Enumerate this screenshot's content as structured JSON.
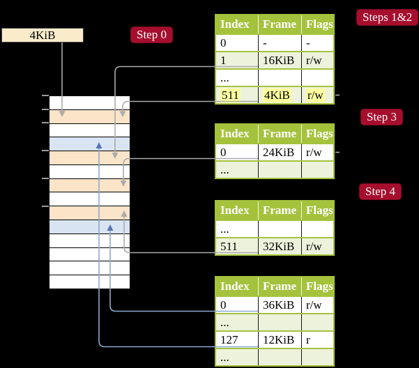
{
  "colors": {
    "background": "#000000",
    "table_green": "#a5c23d",
    "table_row_tint": "#edf2dc",
    "highlight_yellow": "#feff9e",
    "frame_peach": "#fce4c8",
    "frame_blue": "#d9e4f3",
    "label_crimson": "#a60e2d",
    "box_cream": "#faeccb",
    "gray_line": "#ababab",
    "blue_line": "#8ea8d0",
    "blue_arrow": "#5276b2"
  },
  "frame_box": {
    "label": "4KiB"
  },
  "step_labels": {
    "step0": "Step 0",
    "steps12": "Steps 1&2",
    "step3": "Step 3",
    "step4": "Step 4"
  },
  "memory": {
    "rows": [
      "white",
      "peach",
      "white",
      "blue",
      "peach",
      "white",
      "peach",
      "white",
      "peach",
      "blue",
      "white",
      "white",
      "white",
      "white"
    ]
  },
  "tables": [
    {
      "name": "page-table-steps-1-2",
      "headers": [
        "Index",
        "Frame",
        "Flags"
      ],
      "rows": [
        [
          "0",
          "-",
          "-"
        ],
        [
          "1",
          "16KiB",
          "r/w"
        ],
        [
          "...",
          "",
          ""
        ],
        [
          "511",
          "4KiB",
          "r/w"
        ]
      ]
    },
    {
      "name": "page-table-step-3",
      "headers": [
        "Index",
        "Frame",
        "Flags"
      ],
      "rows": [
        [
          "0",
          "24KiB",
          "r/w"
        ],
        [
          "...",
          "",
          ""
        ]
      ]
    },
    {
      "name": "page-table-step-4",
      "headers": [
        "Index",
        "Frame",
        "Flags"
      ],
      "rows": [
        [
          "...",
          "",
          ""
        ],
        [
          "511",
          "32KiB",
          "r/w"
        ]
      ]
    },
    {
      "name": "page-table-leaf",
      "headers": [
        "Index",
        "Frame",
        "Flags"
      ],
      "rows": [
        [
          "0",
          "36KiB",
          "r/w"
        ],
        [
          "...",
          "",
          ""
        ],
        [
          "127",
          "12KiB",
          "r"
        ],
        [
          "...",
          "",
          ""
        ]
      ]
    }
  ]
}
